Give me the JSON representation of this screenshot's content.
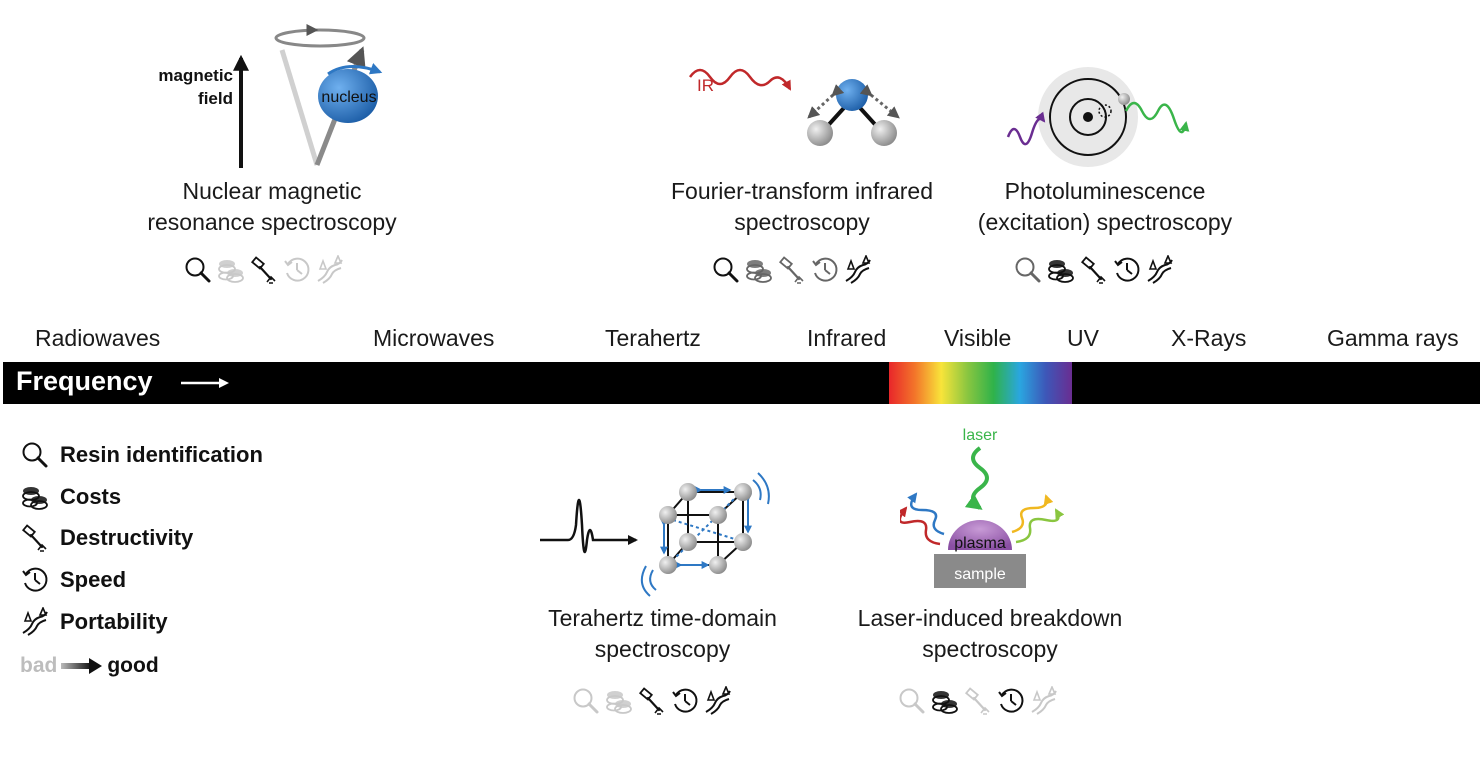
{
  "spectrum": {
    "bands": [
      "Radiowaves",
      "Microwaves",
      "Terahertz",
      "Infrared",
      "Visible",
      "UV",
      "X-Rays",
      "Gamma rays"
    ],
    "bar_label": "Frequency",
    "bar_color": "#000000",
    "visible_gradient": [
      "#e8262a",
      "#f3762a",
      "#f8e43a",
      "#8ac640",
      "#2fb24a",
      "#2aa6e0",
      "#3d57b8",
      "#6a2d91"
    ]
  },
  "methods": {
    "nmr": {
      "title_line1": "Nuclear magnetic",
      "title_line2": "resonance spectroscopy",
      "field_label_line1": "magnetic",
      "field_label_line2": "field",
      "nucleus_label": "nucleus",
      "ratings": [
        "good",
        "bad",
        "good",
        "bad",
        "bad"
      ]
    },
    "ftir": {
      "title_line1": "Fourier-transform infrared",
      "title_line2": "spectroscopy",
      "ir_label": "IR",
      "ratings": [
        "good",
        "mid",
        "mid",
        "mid",
        "good"
      ]
    },
    "pl": {
      "title_line1": "Photoluminescence",
      "title_line2": "(excitation) spectroscopy",
      "ratings": [
        "mid",
        "good",
        "good",
        "good",
        "good"
      ]
    },
    "thz": {
      "title_line1": "Terahertz time-domain",
      "title_line2": "spectroscopy",
      "ratings": [
        "bad",
        "bad",
        "good",
        "good",
        "good"
      ]
    },
    "libs": {
      "title_line1": "Laser-induced breakdown",
      "title_line2": "spectroscopy",
      "laser_label": "laser",
      "plasma_label": "plasma",
      "sample_label": "sample",
      "ratings": [
        "bad",
        "good",
        "bad",
        "good",
        "bad"
      ]
    }
  },
  "legend": {
    "items": [
      {
        "icon": "magnifier-icon",
        "label": "Resin identification"
      },
      {
        "icon": "coins-icon",
        "label": "Costs"
      },
      {
        "icon": "hammer-icon",
        "label": "Destructivity"
      },
      {
        "icon": "clock-icon",
        "label": "Speed"
      },
      {
        "icon": "portability-icon",
        "label": "Portability"
      }
    ],
    "scale_bad": "bad",
    "scale_good": "good"
  },
  "colors": {
    "blue": "#2e78c4",
    "red": "#c0282a",
    "green": "#3ab54a",
    "purple": "#6a2d91",
    "good": "#111111",
    "mid": "#666666",
    "bad": "#c8c8c8"
  }
}
